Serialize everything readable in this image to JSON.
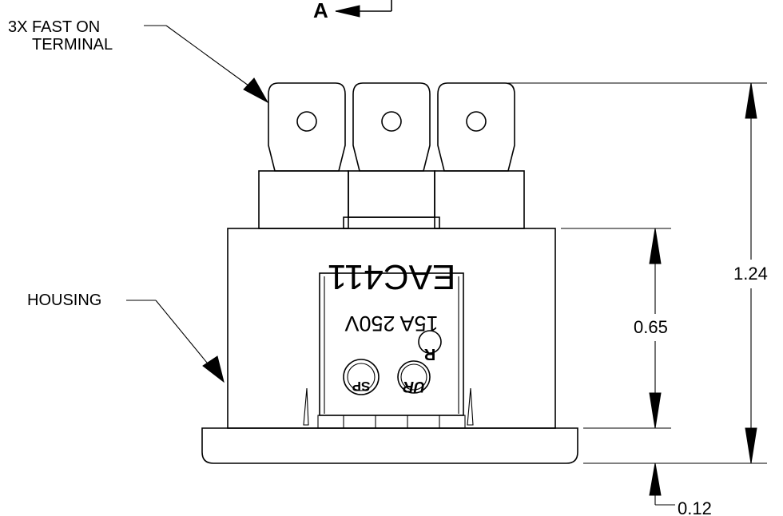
{
  "section_marker": "A",
  "callouts": {
    "terminal_line1": "3X FAST ON",
    "terminal_line2": "TERMINAL",
    "housing": "HOUSING"
  },
  "part_marking": {
    "model": "EAC411",
    "rating": "15A 250V"
  },
  "dimensions": {
    "overall_height": "1.24",
    "housing_height": "0.65",
    "flange_thickness": "0.12"
  },
  "colors": {
    "line": "#000000",
    "background": "#ffffff"
  },
  "icons": [
    "registered-mark-icon",
    "ur-recognized-icon",
    "csa-mark-icon"
  ]
}
